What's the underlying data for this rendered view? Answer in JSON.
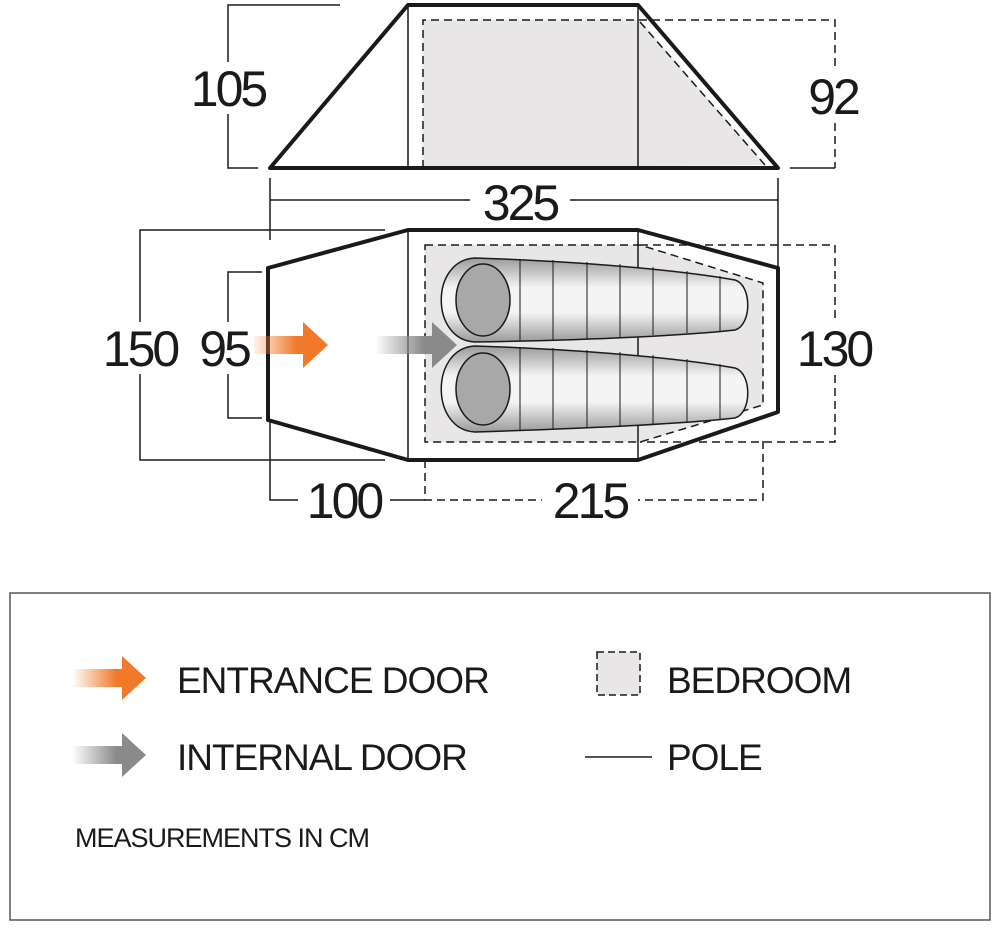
{
  "dimensions": {
    "side_height_outer": "105",
    "side_height_inner": "92",
    "total_length": "325",
    "outer_width": "150",
    "door_width": "95",
    "inner_width": "130",
    "porch_length": "100",
    "bedroom_length": "215"
  },
  "legend": {
    "entrance_door": "ENTRANCE DOOR",
    "internal_door": "INTERNAL DOOR",
    "bedroom": "BEDROOM",
    "pole": "POLE",
    "note": "MEASUREMENTS IN CM"
  },
  "colors": {
    "entrance_arrow": "#f07a2a",
    "internal_arrow": "#8a8a8a",
    "bedroom_fill": "#e8e6e7",
    "outline": "#1a1a1a"
  }
}
